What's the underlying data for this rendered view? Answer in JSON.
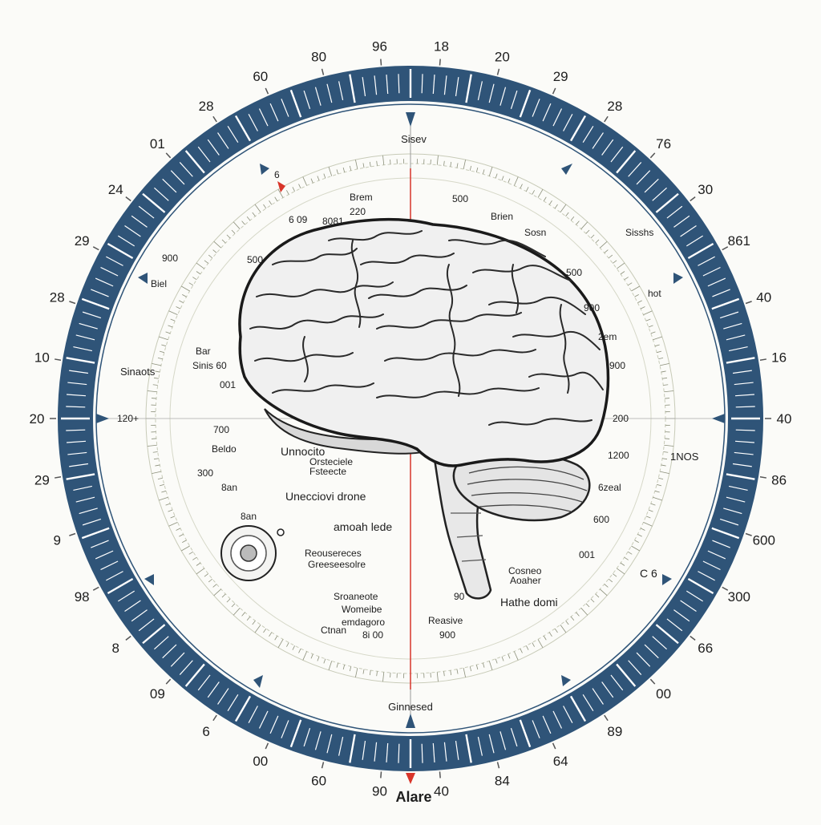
{
  "dial": {
    "ring_color": "#2f5478",
    "pointer_color": "#d8352a",
    "outer_numbers": [
      "40",
      "86",
      "600",
      "300",
      "66",
      "00",
      "89",
      "64",
      "84",
      "40",
      "90",
      "60",
      "00",
      "6",
      "09",
      "8",
      "98",
      "9",
      "29",
      "20",
      "10",
      "28",
      "29",
      "24",
      "01",
      "28",
      "60",
      "80",
      "96",
      "18",
      "20",
      "29",
      "28",
      "76",
      "30",
      "861",
      "40",
      "16"
    ],
    "cardinal": {
      "top": "Sisev",
      "bottom": "Ginnesed",
      "left": "Sinaots",
      "right": "1NOS"
    },
    "bottom_label": "Alare"
  },
  "brain_labels": {
    "top_left": [
      "6",
      "Brem",
      "220",
      "6 09",
      "8081",
      "900",
      "500",
      "Biel"
    ],
    "top_right": [
      "500",
      "Brien",
      "Sosn",
      "Sisshs",
      "500",
      "hot",
      "900",
      "2em",
      "900"
    ],
    "left": [
      "Bar",
      "Sinis 60",
      "001",
      "120+",
      "700",
      "Beldo",
      "300",
      "8an",
      "8an"
    ],
    "center": [
      "Unnocito",
      "Orsteciele",
      "Fsteecte",
      "Unecciovi drone",
      "amoah lede",
      "Reousereces",
      "Greeseesolre",
      "Sroaneote",
      "Womeibe",
      "emdagoro",
      "Reasive",
      "Ctnan",
      "8i 00",
      "900",
      "90"
    ],
    "right": [
      "200",
      "1200",
      "6zeal",
      "600",
      "Cosneo",
      "Aoaher",
      "Hathe domi",
      "001",
      "C 6"
    ]
  },
  "icons": [
    "brain-illustration",
    "target-icon"
  ]
}
